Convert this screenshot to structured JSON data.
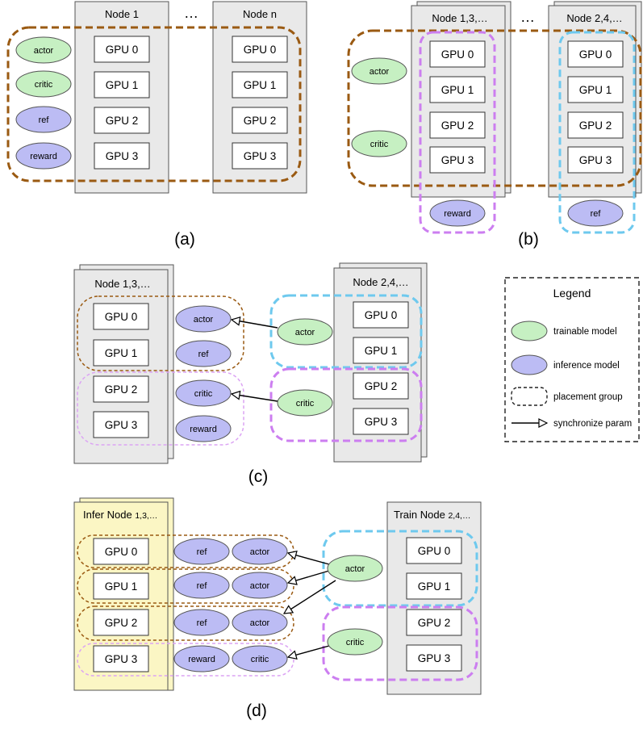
{
  "panels": {
    "a": {
      "caption": "(a)",
      "ellipsis": "…",
      "nodes": [
        {
          "title": "Node 1",
          "gpus": [
            "GPU 0",
            "GPU 1",
            "GPU 2",
            "GPU 3"
          ]
        },
        {
          "title": "Node n",
          "gpus": [
            "GPU 0",
            "GPU 1",
            "GPU 2",
            "GPU 3"
          ]
        }
      ],
      "models": [
        {
          "label": "actor",
          "kind": "trainable"
        },
        {
          "label": "critic",
          "kind": "trainable"
        },
        {
          "label": "ref",
          "kind": "inference"
        },
        {
          "label": "reward",
          "kind": "inference"
        }
      ]
    },
    "b": {
      "caption": "(b)",
      "ellipsis": "…",
      "nodes": [
        {
          "title": "Node 1,3,…",
          "gpus": [
            "GPU 0",
            "GPU 1",
            "GPU 2",
            "GPU 3"
          ]
        },
        {
          "title": "Node 2,4,…",
          "gpus": [
            "GPU 0",
            "GPU 1",
            "GPU 2",
            "GPU 3"
          ]
        }
      ],
      "models": [
        {
          "label": "actor",
          "kind": "trainable"
        },
        {
          "label": "critic",
          "kind": "trainable"
        },
        {
          "label": "reward",
          "kind": "inference"
        },
        {
          "label": "ref",
          "kind": "inference"
        }
      ]
    },
    "c": {
      "caption": "(c)",
      "nodes": [
        {
          "title": "Node 1,3,…",
          "gpus": [
            "GPU 0",
            "GPU 1",
            "GPU 2",
            "GPU 3"
          ]
        },
        {
          "title": "Node 2,4,…",
          "gpus": [
            "GPU 0",
            "GPU 1",
            "GPU 2",
            "GPU 3"
          ]
        }
      ],
      "models": [
        {
          "label": "actor",
          "kind": "inference"
        },
        {
          "label": "ref",
          "kind": "inference"
        },
        {
          "label": "critic",
          "kind": "inference"
        },
        {
          "label": "reward",
          "kind": "inference"
        },
        {
          "label": "actor",
          "kind": "trainable"
        },
        {
          "label": "critic",
          "kind": "trainable"
        }
      ]
    },
    "d": {
      "caption": "(d)",
      "nodes": [
        {
          "title": "Infer Node",
          "title_suffix": "1,3,…",
          "gpus": [
            "GPU 0",
            "GPU 1",
            "GPU 2",
            "GPU 3"
          ]
        },
        {
          "title": "Train Node",
          "title_suffix": "2,4,…",
          "gpus": [
            "GPU 0",
            "GPU 1",
            "GPU 2",
            "GPU 3"
          ]
        }
      ],
      "rows": [
        [
          "ref",
          "actor"
        ],
        [
          "ref",
          "actor"
        ],
        [
          "ref",
          "actor"
        ],
        [
          "reward",
          "critic"
        ]
      ],
      "models": [
        {
          "label": "actor",
          "kind": "trainable"
        },
        {
          "label": "critic",
          "kind": "trainable"
        }
      ]
    }
  },
  "legend": {
    "title": "Legend",
    "items": [
      {
        "label": "trainable model",
        "symbol": "green-ellipse"
      },
      {
        "label": "inference model",
        "symbol": "purple-ellipse"
      },
      {
        "label": "placement group",
        "symbol": "dashed-rounded-rect"
      },
      {
        "label": "synchronize param",
        "symbol": "hollow-arrow"
      }
    ]
  },
  "colors": {
    "trainable_fill": "#c6f0c2",
    "inference_fill": "#bcbcf4",
    "node_fill": "#e9e9e9",
    "infer_node_fill": "#fbf6c4",
    "group_brown": "#9a5a12",
    "group_purple": "#cc7ef0",
    "group_blue": "#6ec9ee",
    "group_light_purple": "#dca4f4"
  }
}
